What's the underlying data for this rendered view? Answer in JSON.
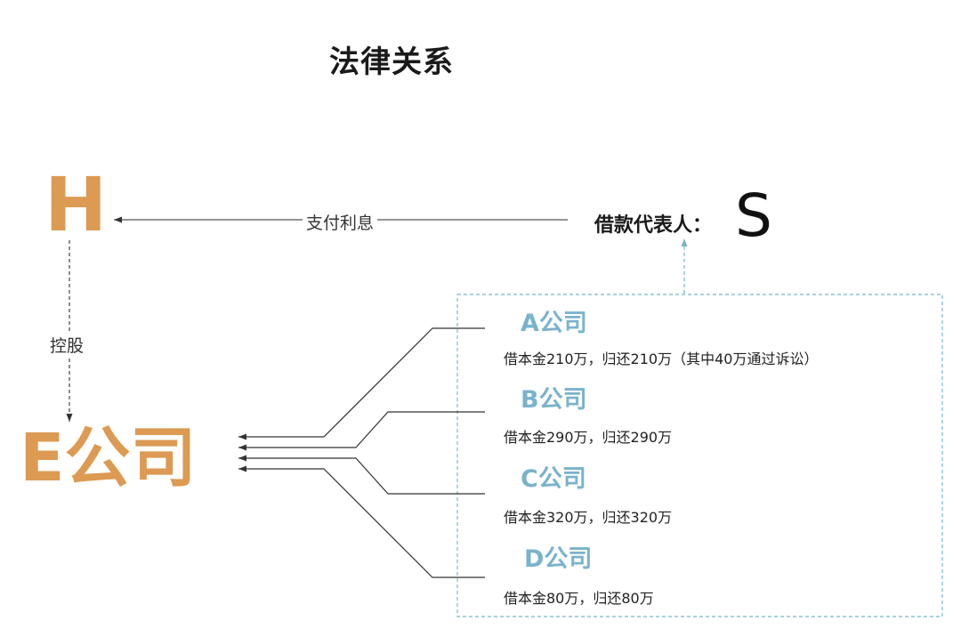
{
  "diagram": {
    "title": "法律关系",
    "node_h": "H",
    "node_e": "E公司",
    "node_s": "S",
    "representative_label": "借款代表人：",
    "payment_label": "支付利息",
    "holding_label": "控股",
    "companies": [
      {
        "name": "A公司",
        "desc": "借本金210万，归还210万（其中40万通过诉讼）"
      },
      {
        "name": "B公司",
        "desc": "借本金290万，归还290万"
      },
      {
        "name": "C公司",
        "desc": "借本金320万，归还320万"
      },
      {
        "name": "D公司",
        "desc": "借本金80万，归还80万"
      }
    ],
    "colors": {
      "orange": "#dc9a52",
      "teal": "#7ab3cc",
      "dashed_box": "#8cc3d2"
    }
  }
}
